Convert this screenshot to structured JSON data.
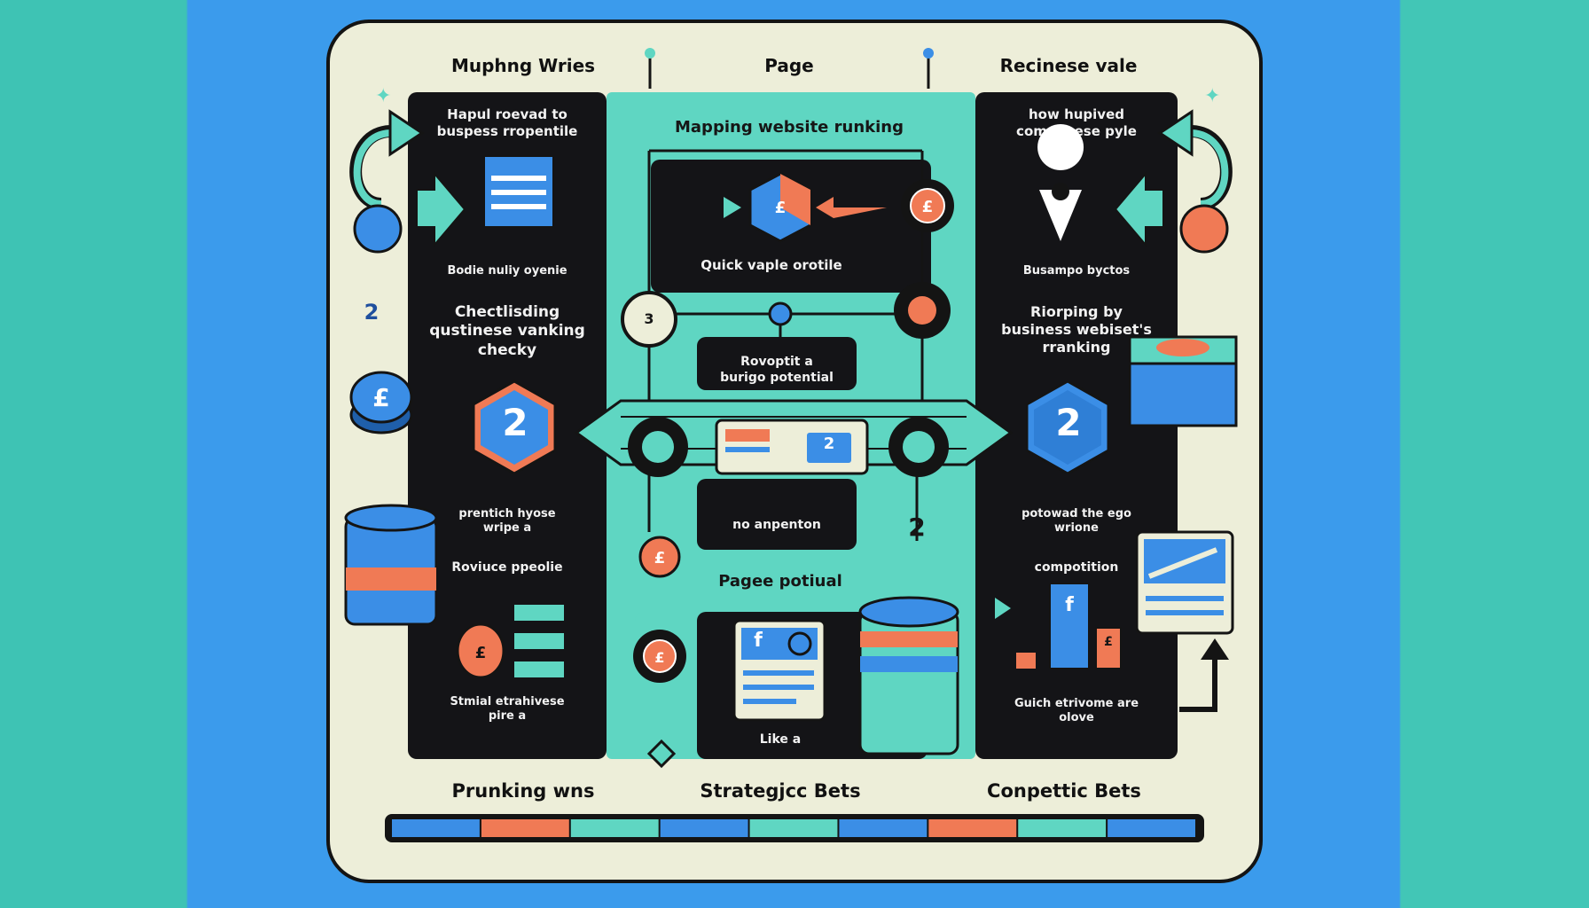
{
  "colors": {
    "teal": "#5fd6c2",
    "blue": "#3b8ee6",
    "orange": "#f07a55",
    "dark": "#141417",
    "cream": "#edeed9"
  },
  "headers": {
    "left": "Muphng Wries",
    "center": "Page",
    "right": "Recinese vale"
  },
  "center_top_banner": "Mapping website runking",
  "center_mid_caption": "Quick vaple orotile",
  "center_box_caption": "Rovoptit a\nburigo potential",
  "center_small_caption": "no anpenton",
  "center_bottom_banner": "Pagee potiual",
  "center_bottom_caption": "Like a",
  "left_column": {
    "top_text": "Hapul roevad to\nbuspess rropentile",
    "top_caption": "Bodie nuliy oyenie",
    "mid_text": "Chectlisding\nqustinese vanking\nchecky",
    "badge_caption": "prentich hyose\nwripe a",
    "lower_caption": "Roviuce ppeolie",
    "bottom_caption": "Stmial etrahivese\npire a"
  },
  "right_column": {
    "top_text": "how hupived\ncomaooese pyle",
    "top_caption": "Busampo byctos",
    "mid_text": "Riorping by\nbusiness webiset's\nrranking",
    "badge_caption": "potowad the ego\nwrione",
    "lower_caption": "compotition",
    "bottom_caption": "Guich etrivome are\nolove"
  },
  "numbers": {
    "step_left": "2",
    "step_center": "3",
    "badge_left": "2",
    "badge_right": "2",
    "center_card": "2",
    "bottom_step": "2"
  },
  "icons": {
    "currency": "£",
    "currency_f": "f",
    "currency_e": "£"
  },
  "footer": {
    "left": "Prunking wns",
    "center": "Strategjcc Bets",
    "right": "Conpettic Bets"
  },
  "progress_segments": [
    "blue",
    "orange",
    "teal",
    "blue",
    "teal",
    "blue",
    "orange",
    "teal",
    "blue"
  ]
}
